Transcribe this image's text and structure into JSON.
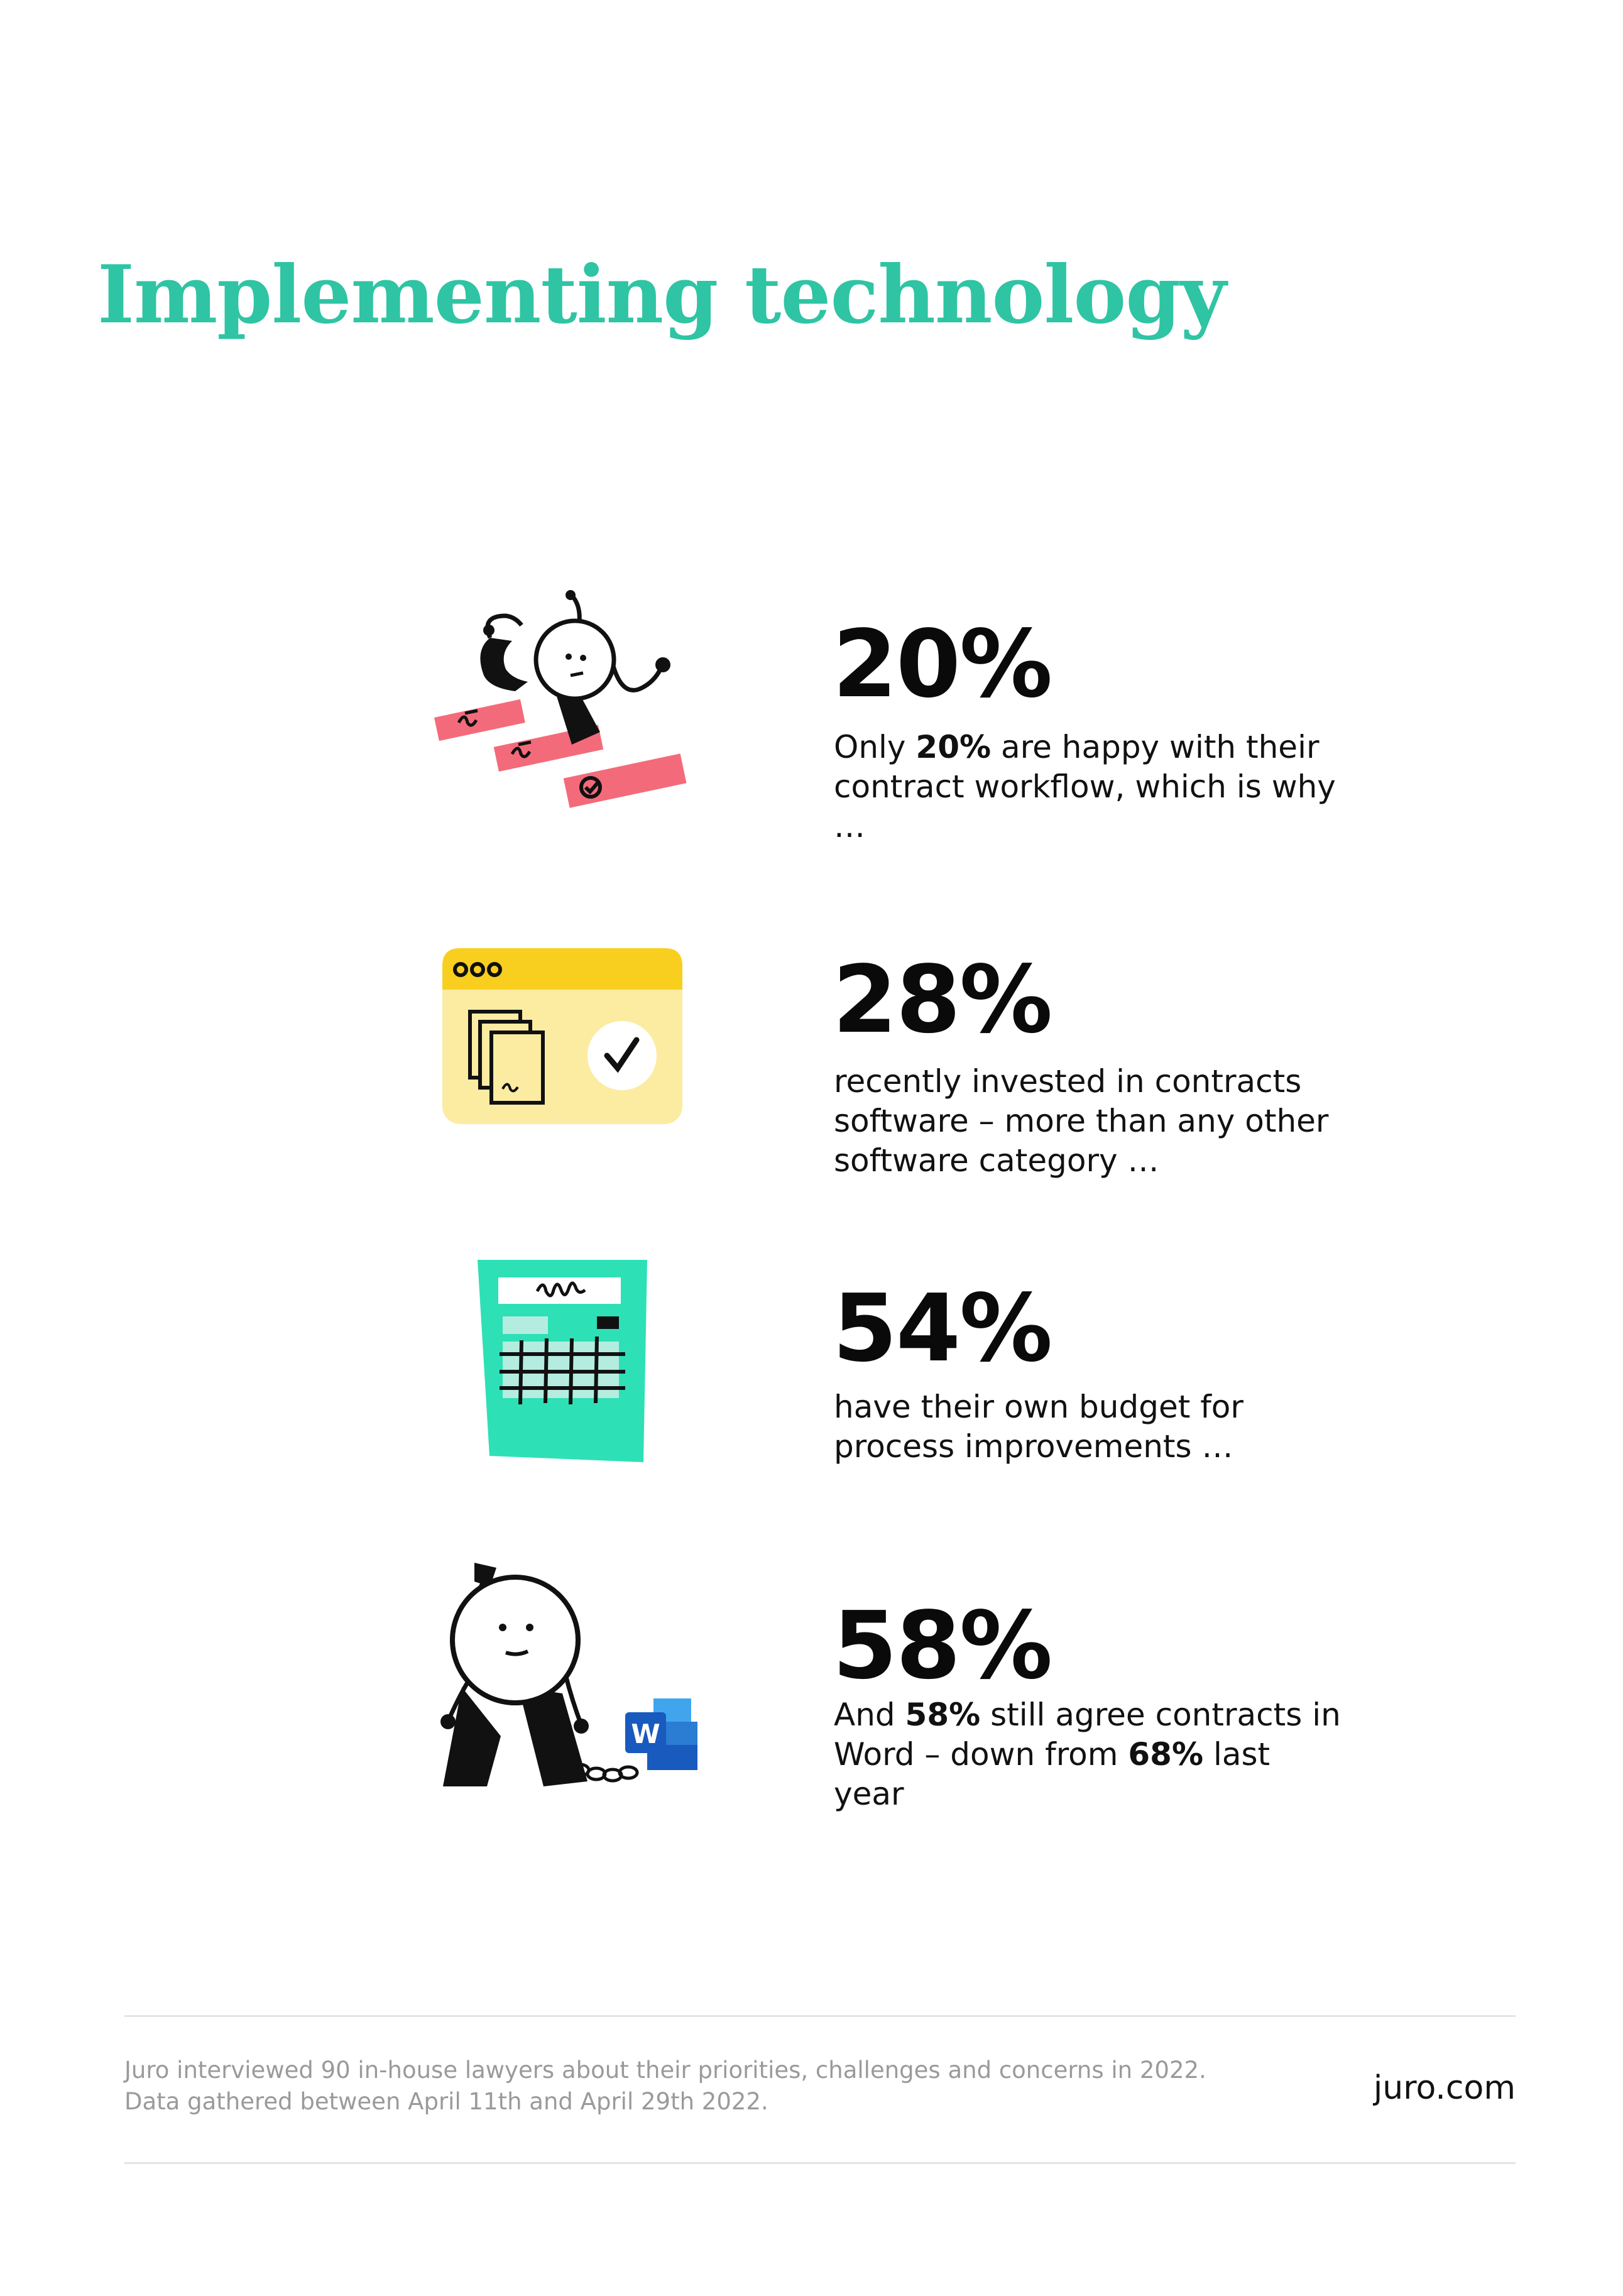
{
  "title": "Implementing technology",
  "colors": {
    "title": "#2fc4a4",
    "pink": "#f36b7a",
    "yellow": "#f9cf1f",
    "light_yellow": "#fbeca2",
    "teal": "#2ee0b6",
    "light_teal": "#b4ede0",
    "word_blue": "#2b7cd3"
  },
  "stats": [
    {
      "value": "20%",
      "illustration": "running-figure-signing-icon",
      "text": {
        "pre": "Only ",
        "bold1": "20%",
        "mid": " are happy with their contract workflow, which is why …",
        "bold2": "",
        "post": ""
      }
    },
    {
      "value": "28%",
      "illustration": "browser-contracts-check-icon",
      "text": {
        "pre": "recently invested in contracts software – more than any other software category …",
        "bold1": "",
        "mid": "",
        "bold2": "",
        "post": ""
      }
    },
    {
      "value": "54%",
      "illustration": "calculator-icon",
      "text": {
        "pre": "have their own budget for process improvements …",
        "bold1": "",
        "mid": "",
        "bold2": "",
        "post": ""
      }
    },
    {
      "value": "58%",
      "illustration": "figure-chained-to-word-icon",
      "text": {
        "pre": "And ",
        "bold1": "58%",
        "mid": " still agree contracts in Word – down from ",
        "bold2": "68%",
        "post": " last year"
      }
    }
  ],
  "word_badge_letter": "W",
  "footer": {
    "note_line1": "Juro interviewed 90 in-house lawyers about their priorities, challenges and concerns in 2022.",
    "note_line2": "Data gathered between April 11th and April 29th 2022.",
    "site": "juro.com"
  }
}
